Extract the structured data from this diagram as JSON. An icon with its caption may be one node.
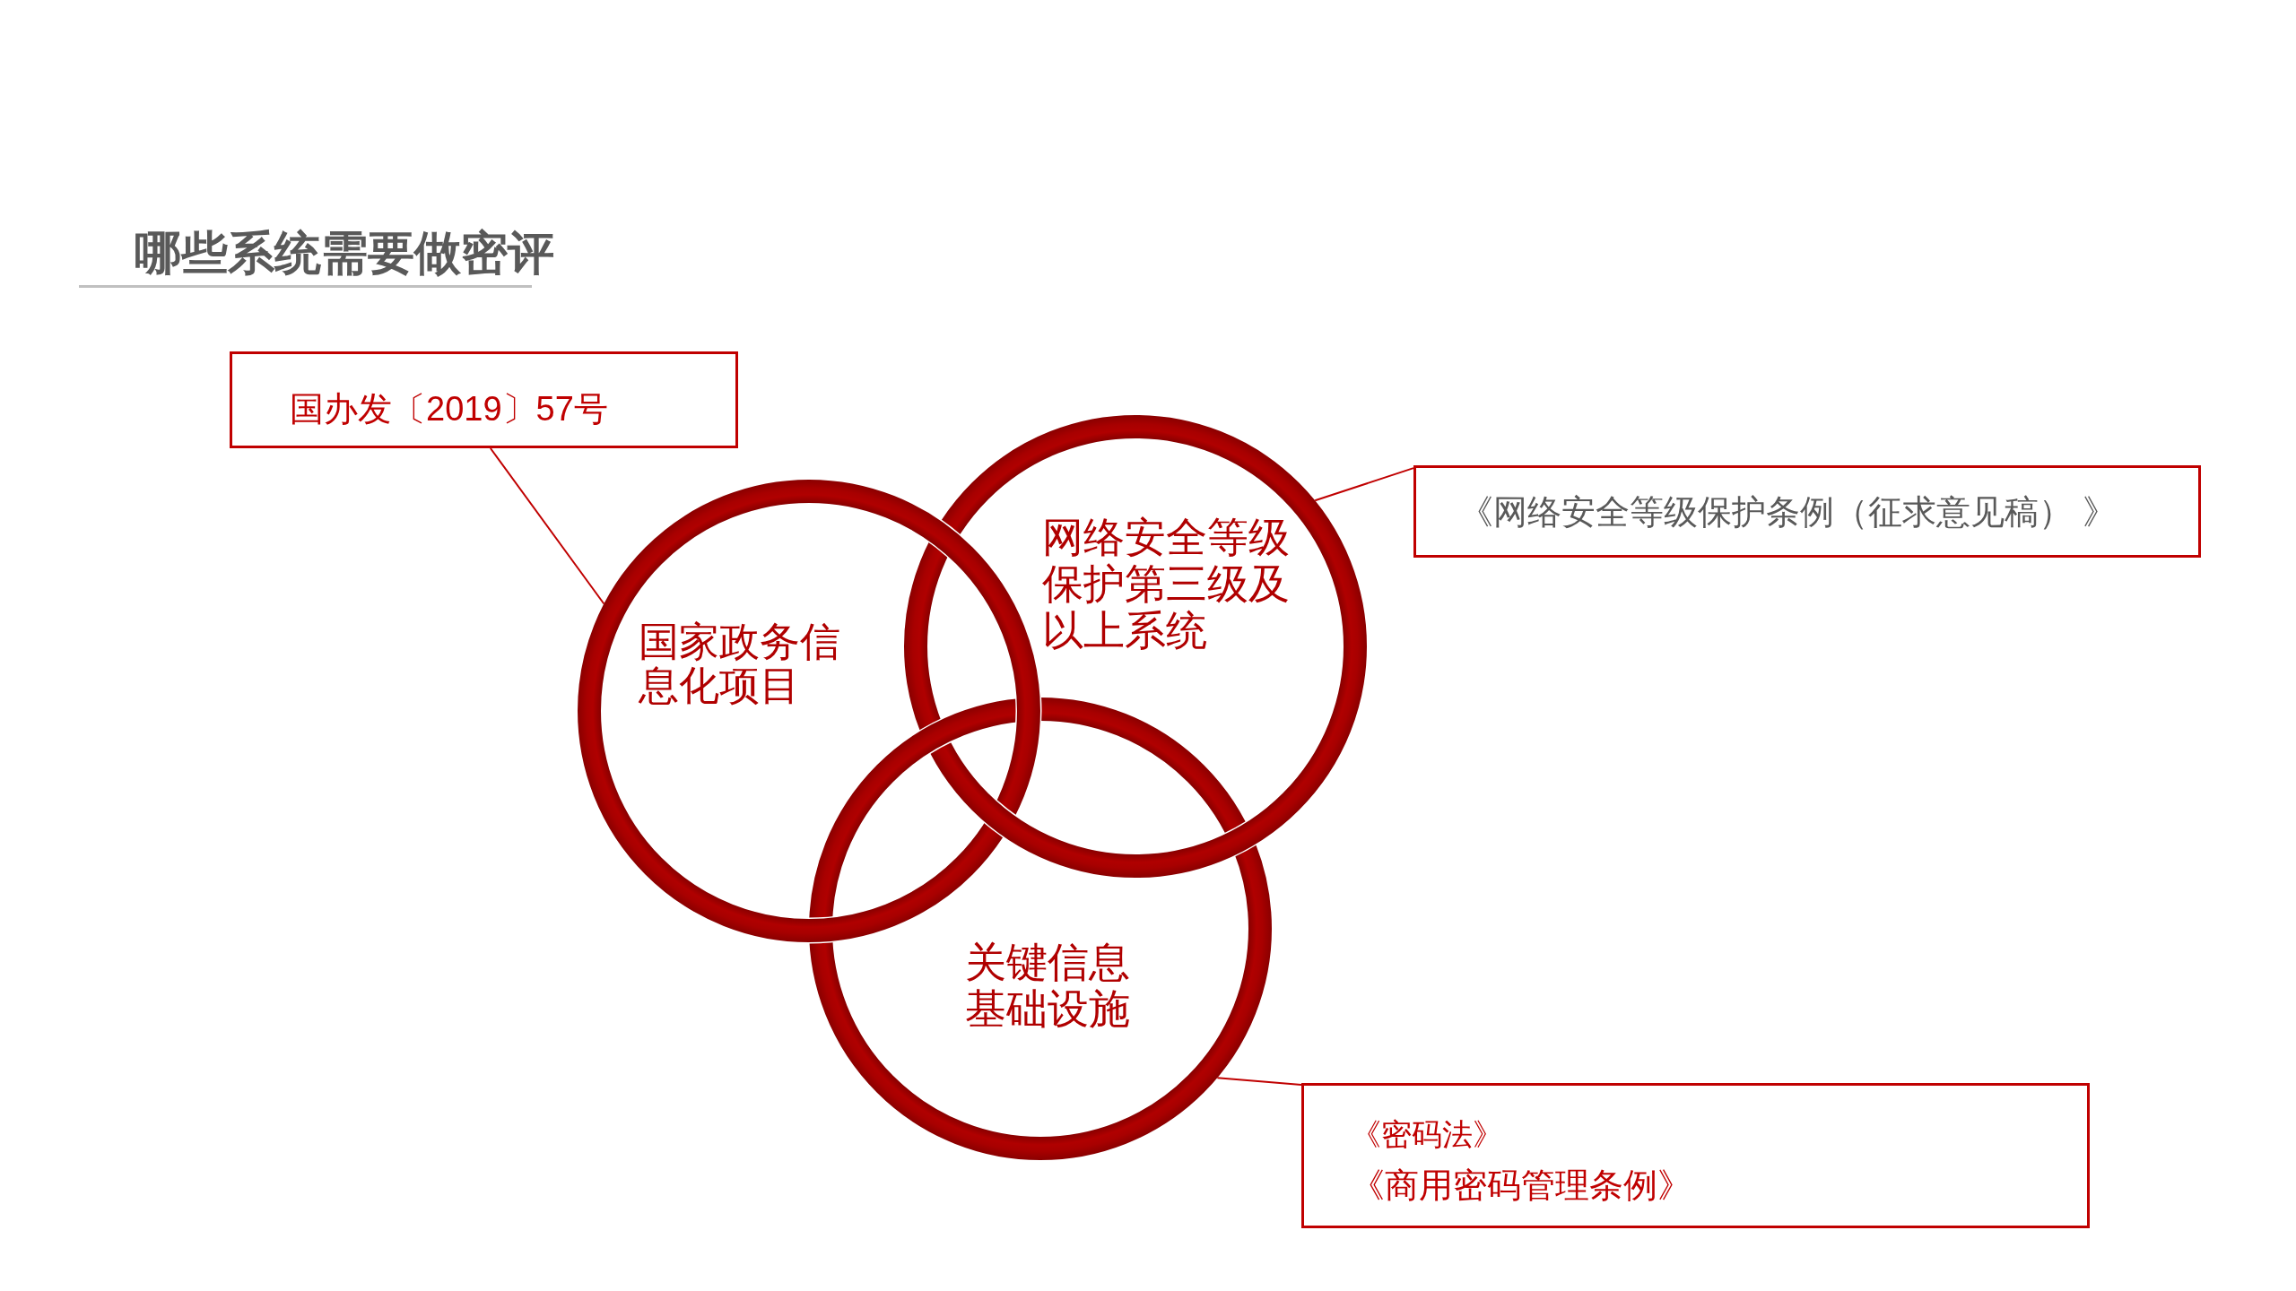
{
  "diagram": {
    "title": "哪些系统需要做密评",
    "nodes": [
      {
        "text": [
          "国办发〔2019〕57号"
        ]
      },
      {
        "text": [
          "国家政务信息化项目"
        ]
      },
      {
        "text": [
          "网络安全等级保护第三级及以上系统"
        ]
      },
      {
        "text": [
          "《网络安全等级保护条例（征求意见稿） 》"
        ]
      },
      {
        "text": [
          "关键信息基础设施"
        ]
      },
      {
        "text": [
          "《密码法》",
          "《商用密码管理条例》"
        ]
      }
    ],
    "edges": [
      {
        "from": 0,
        "to": 1,
        "arrow": "none"
      },
      {
        "from": 3,
        "to": 2,
        "arrow": "none"
      },
      {
        "from": 5,
        "to": 4,
        "arrow": "none"
      }
    ]
  }
}
